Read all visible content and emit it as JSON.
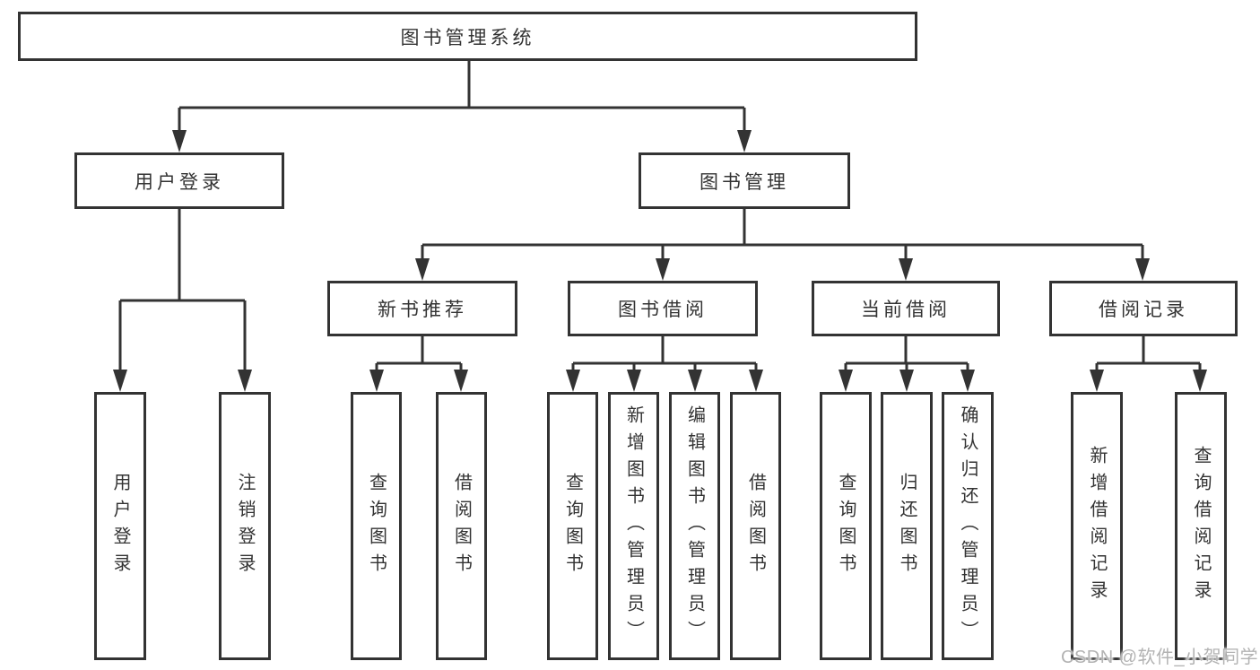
{
  "diagram": {
    "root": {
      "label": "图书管理系统"
    },
    "branches": [
      {
        "label": "用户登录",
        "children": [
          {
            "label": "用户登录"
          },
          {
            "label": "注销登录"
          }
        ]
      },
      {
        "label": "图书管理",
        "children": [
          {
            "label": "新书推荐",
            "children": [
              {
                "label": "查询图书"
              },
              {
                "label": "借阅图书"
              }
            ]
          },
          {
            "label": "图书借阅",
            "children": [
              {
                "label": "查询图书"
              },
              {
                "label": "新增图书（管理员）"
              },
              {
                "label": "编辑图书（管理员）"
              },
              {
                "label": "借阅图书"
              }
            ]
          },
          {
            "label": "当前借阅",
            "children": [
              {
                "label": "查询图书"
              },
              {
                "label": "归还图书"
              },
              {
                "label": "确认归还（管理员）"
              }
            ]
          },
          {
            "label": "借阅记录",
            "children": [
              {
                "label": "新增借阅记录"
              },
              {
                "label": "查询借阅记录"
              }
            ]
          }
        ]
      }
    ],
    "watermark": "CSDN @软件_小贺同学",
    "colors": {
      "line": "#333333",
      "text": "#333333",
      "background": "#ffffff",
      "watermark": "#b3b3b3"
    }
  }
}
